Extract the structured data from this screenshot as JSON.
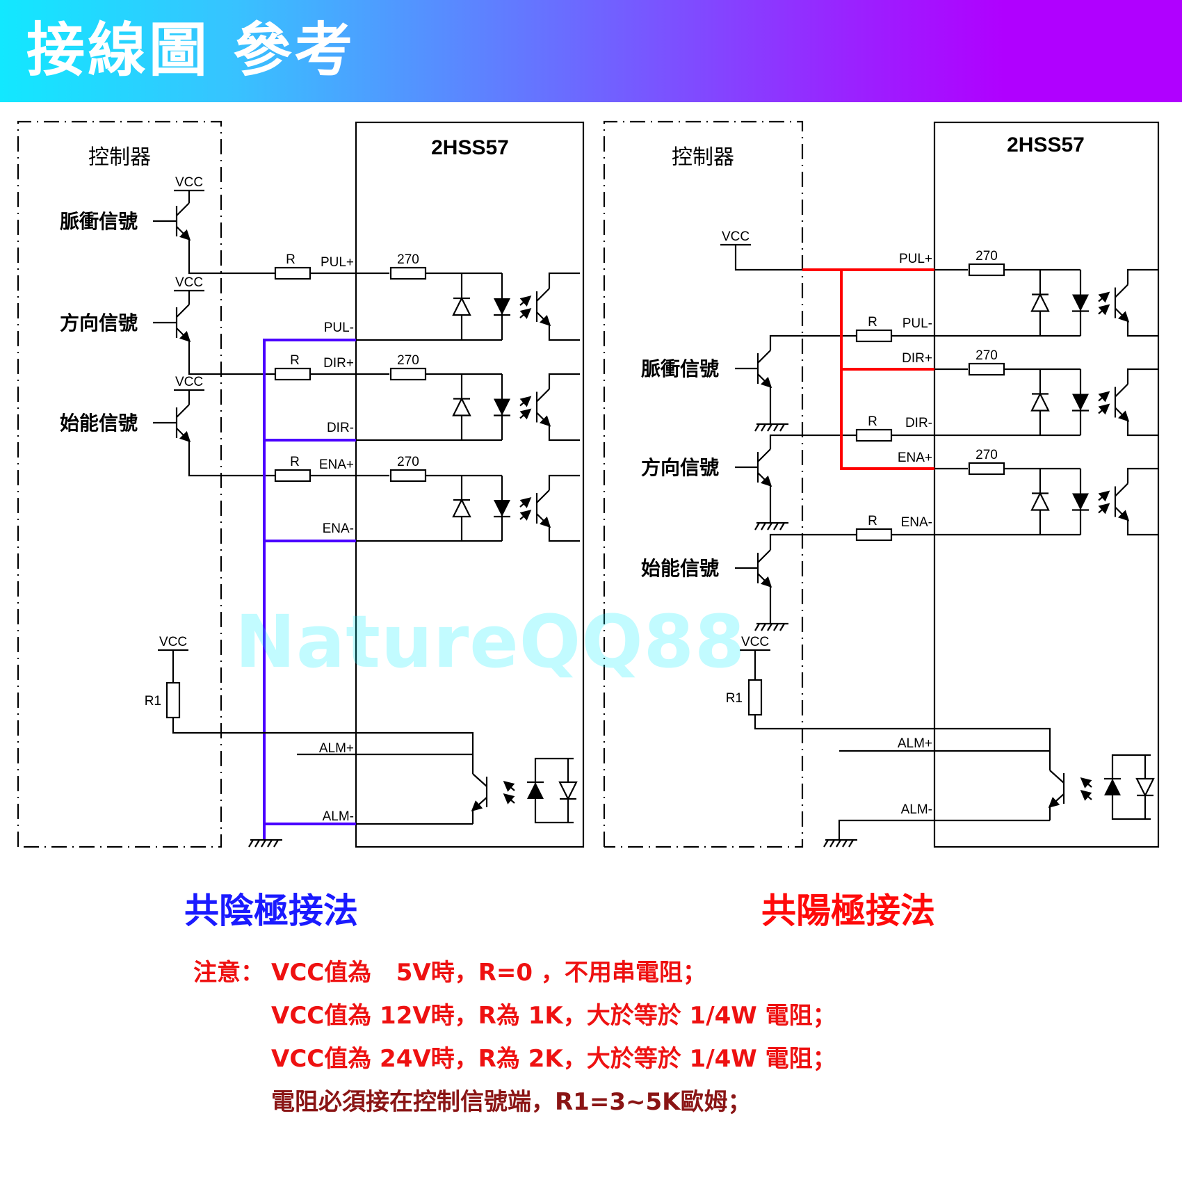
{
  "header": {
    "title": "接線圖 參考"
  },
  "colors": {
    "common_cathode_wire": "#4a00ff",
    "common_anode_wire": "#ff0000",
    "left_caption": "#1a1aff",
    "right_caption": "#ff0a0a",
    "note_text": "#ee1111",
    "note_last_line": "#8a1515"
  },
  "watermark": "NatureQQ88",
  "diagrams": {
    "left": {
      "controller_label": "控制器",
      "driver_label": "2HSS57",
      "signals": [
        "脈衝信號",
        "方向信號",
        "始能信號"
      ],
      "vcc_label": "VCC",
      "series_resistor_label": "R",
      "internal_resistor_label": "270",
      "terminals": [
        "PUL+",
        "PUL-",
        "DIR+",
        "DIR-",
        "ENA+",
        "ENA-",
        "ALM+",
        "ALM-"
      ],
      "pullup_resistor_label": "R1",
      "caption": "共陰極接法"
    },
    "right": {
      "controller_label": "控制器",
      "driver_label": "2HSS57",
      "signals": [
        "脈衝信號",
        "方向信號",
        "始能信號"
      ],
      "vcc_label": "VCC",
      "series_resistor_label": "R",
      "internal_resistor_label": "270",
      "terminals": [
        "PUL+",
        "PUL-",
        "DIR+",
        "DIR-",
        "ENA+",
        "ENA-",
        "ALM+",
        "ALM-"
      ],
      "pullup_resistor_label": "R1",
      "caption": "共陽極接法"
    }
  },
  "notes": {
    "prefix": "注意：",
    "lines": [
      "VCC值為   5V時，R=0 ，不用串電阻；",
      "VCC值為 12V時，R為 1K，大於等於 1/4W 電阻；",
      "VCC值為 24V時，R為 2K，大於等於 1/4W 電阻；",
      "電阻必須接在控制信號端，R1=3~5K歐姆；"
    ]
  }
}
